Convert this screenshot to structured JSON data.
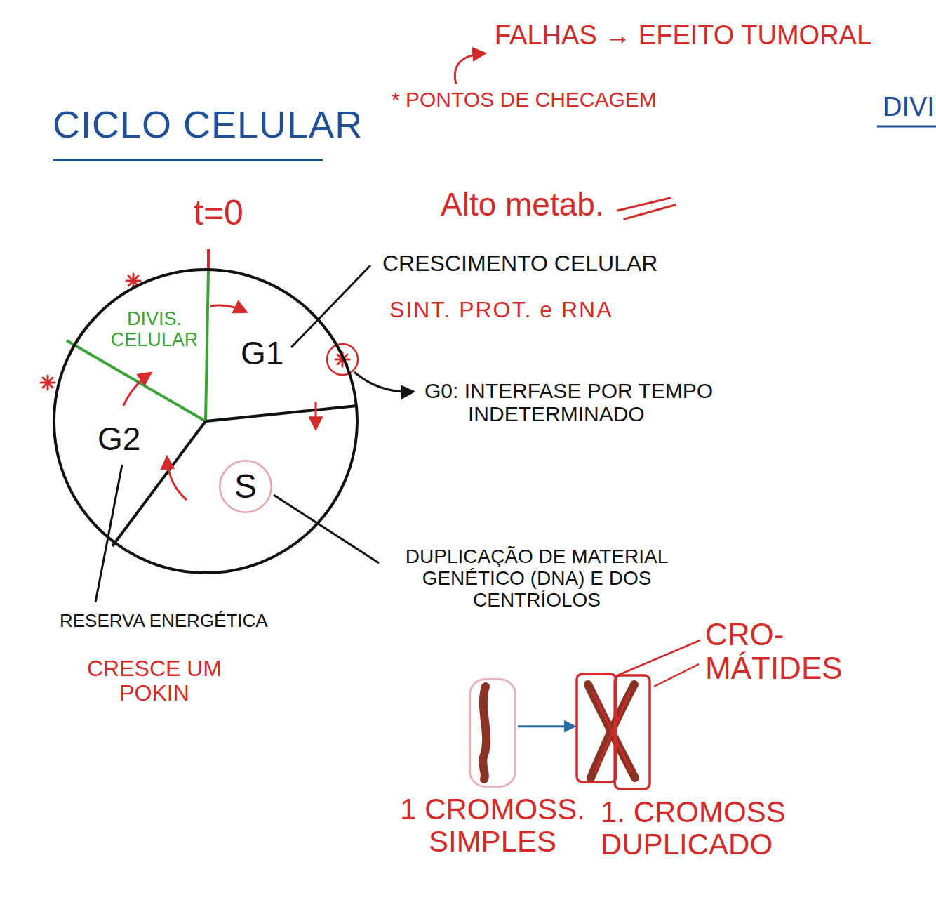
{
  "diagram": {
    "title": "CICLO CELULAR",
    "nodes": [
      {
        "text": [
          "DIVIS. CELULAR",
          "G1",
          "G2"
        ]
      },
      {
        "text": [
          "S"
        ],
        "in": 0
      },
      {
        "text": [
          "1 CROMOSS. SIMPLES"
        ]
      },
      {
        "text": [
          "1. CROMOSS DUPLICADO"
        ]
      }
    ],
    "edges": [
      {
        "from": 2,
        "to": 3,
        "arrow": "to"
      }
    ],
    "labels": [
      "FALHAS → EFEITO TUMORAL",
      "* PONTOS DE CHECAGEM",
      "DIVI",
      "t=0",
      "Alto metab.",
      "CRESCIMENTO CELULAR",
      "SINT. PROT. e RNA",
      "G0: INTERFASE POR TEMPO INDETERMINADO",
      "DUPLICAÇÃO DE MATERIAL GENÉTICO (DNA) E DOS CENTRÍOLOS",
      "CRO- MÁTIDES",
      "RESERVA ENERGÉTICA",
      "CRESCE UM POKIN"
    ]
  }
}
